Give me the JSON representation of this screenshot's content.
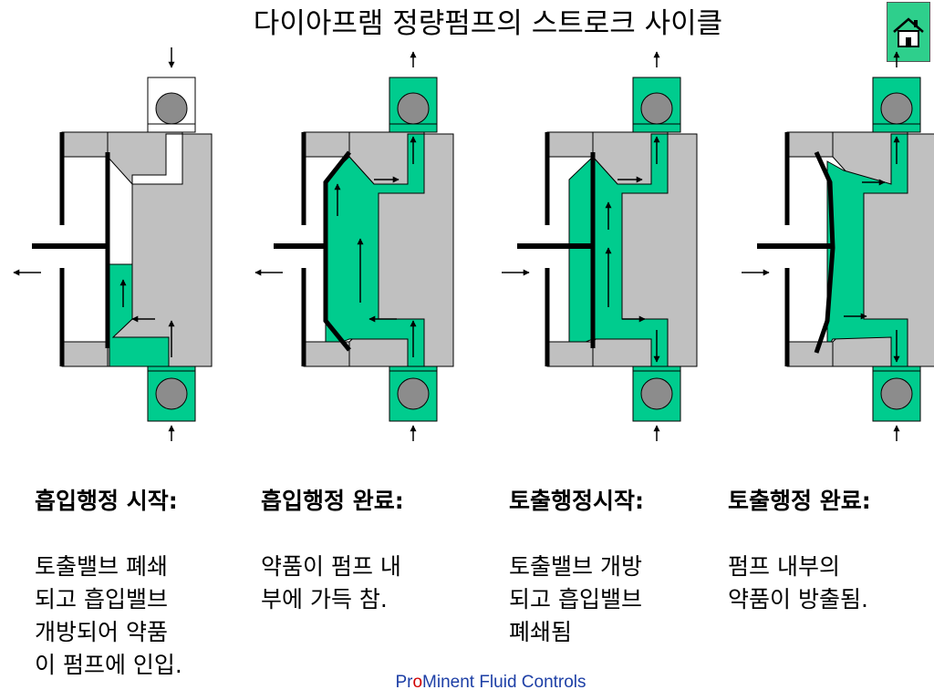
{
  "title": "다이아프램 정량펌프의 스트로크 사이클",
  "home_button": {
    "icon": "home-icon"
  },
  "colors": {
    "fluid": "#00cc8e",
    "body": "#c0c0c0",
    "ball": "#8c8c8c",
    "outline": "#000000",
    "footer_text": "#1d3fa6",
    "footer_accent": "#d00000"
  },
  "stages": [
    {
      "heading": "흡입행정 시작:",
      "description": "토출밸브 폐쇄\n되고 흡입밸브\n개방되어 약품\n이 펌프에 인입."
    },
    {
      "heading": "흡입행정 완료:",
      "description": "약품이 펌프 내\n부에 가득 참."
    },
    {
      "heading": "토출행정시작:",
      "description": "토출밸브 개방\n되고 흡입밸브\n폐쇄됨"
    },
    {
      "heading": "토출행정 완료:",
      "description": "펌프 내부의\n약품이 방출됨."
    }
  ],
  "footer": {
    "pre": "Pr",
    "accent": "o",
    "post": "Minent Fluid Controls"
  }
}
